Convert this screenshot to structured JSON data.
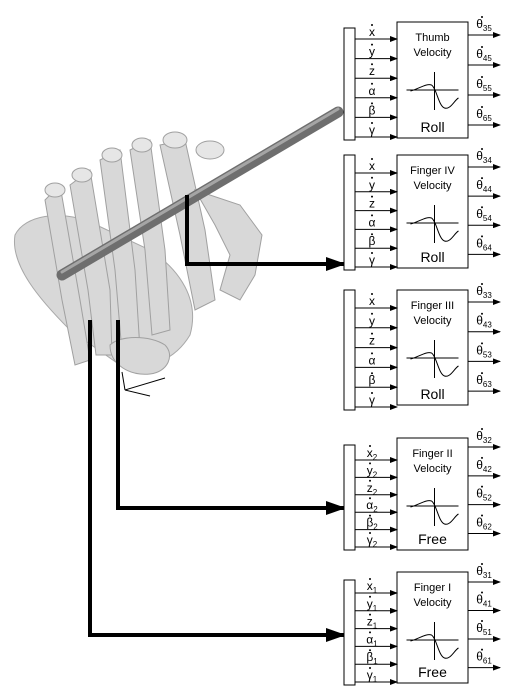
{
  "colors": {
    "roll_fill": "#c8c8c8",
    "free_fill": "#8c8c8c",
    "bone": "#d8d8d8",
    "bone_shadow": "#a8a8a8",
    "rod": "#6e6e6e"
  },
  "blocks": [
    {
      "key": "thumb",
      "title_line1": "Thumb",
      "title_line2": "Velocity",
      "mode": "Roll",
      "mode_type": "roll",
      "inputs": [
        {
          "sym": "x",
          "sub": ""
        },
        {
          "sym": "y",
          "sub": ""
        },
        {
          "sym": "z",
          "sub": ""
        },
        {
          "sym": "α",
          "sub": ""
        },
        {
          "sym": "β",
          "sub": ""
        },
        {
          "sym": "γ",
          "sub": ""
        }
      ],
      "outputs": [
        {
          "sym": "θ",
          "sub": "35"
        },
        {
          "sym": "θ",
          "sub": "45"
        },
        {
          "sym": "θ",
          "sub": "55"
        },
        {
          "sym": "θ",
          "sub": "65"
        }
      ]
    },
    {
      "key": "finger-iv",
      "title_line1": "Finger IV",
      "title_line2": "Velocity",
      "mode": "Roll",
      "mode_type": "roll",
      "inputs": [
        {
          "sym": "x",
          "sub": ""
        },
        {
          "sym": "y",
          "sub": ""
        },
        {
          "sym": "z",
          "sub": ""
        },
        {
          "sym": "α",
          "sub": ""
        },
        {
          "sym": "β",
          "sub": ""
        },
        {
          "sym": "γ",
          "sub": ""
        }
      ],
      "outputs": [
        {
          "sym": "θ",
          "sub": "34"
        },
        {
          "sym": "θ",
          "sub": "44"
        },
        {
          "sym": "θ",
          "sub": "54"
        },
        {
          "sym": "θ",
          "sub": "64"
        }
      ]
    },
    {
      "key": "finger-iii",
      "title_line1": "Finger III",
      "title_line2": "Velocity",
      "mode": "Roll",
      "mode_type": "roll",
      "inputs": [
        {
          "sym": "x",
          "sub": ""
        },
        {
          "sym": "y",
          "sub": ""
        },
        {
          "sym": "z",
          "sub": ""
        },
        {
          "sym": "α",
          "sub": ""
        },
        {
          "sym": "β",
          "sub": ""
        },
        {
          "sym": "γ",
          "sub": ""
        }
      ],
      "outputs": [
        {
          "sym": "θ",
          "sub": "33"
        },
        {
          "sym": "θ",
          "sub": "43"
        },
        {
          "sym": "θ",
          "sub": "53"
        },
        {
          "sym": "θ",
          "sub": "63"
        }
      ]
    },
    {
      "key": "finger-ii",
      "title_line1": "Finger II",
      "title_line2": "Velocity",
      "mode": "Free",
      "mode_type": "free",
      "inputs": [
        {
          "sym": "x",
          "sub": "2"
        },
        {
          "sym": "y",
          "sub": "2"
        },
        {
          "sym": "z",
          "sub": "2"
        },
        {
          "sym": "α",
          "sub": "2"
        },
        {
          "sym": "β",
          "sub": "2"
        },
        {
          "sym": "γ",
          "sub": "2"
        }
      ],
      "outputs": [
        {
          "sym": "θ",
          "sub": "32"
        },
        {
          "sym": "θ",
          "sub": "42"
        },
        {
          "sym": "θ",
          "sub": "52"
        },
        {
          "sym": "θ",
          "sub": "62"
        }
      ]
    },
    {
      "key": "finger-i",
      "title_line1": "Finger I",
      "title_line2": "Velocity",
      "mode": "Free",
      "mode_type": "free",
      "inputs": [
        {
          "sym": "x",
          "sub": "1"
        },
        {
          "sym": "y",
          "sub": "1"
        },
        {
          "sym": "z",
          "sub": "1"
        },
        {
          "sym": "α",
          "sub": "1"
        },
        {
          "sym": "β",
          "sub": "1"
        },
        {
          "sym": "γ",
          "sub": "1"
        }
      ],
      "outputs": [
        {
          "sym": "θ",
          "sub": "31"
        },
        {
          "sym": "θ",
          "sub": "41"
        },
        {
          "sym": "θ",
          "sub": "51"
        },
        {
          "sym": "θ",
          "sub": "61"
        }
      ]
    }
  ]
}
